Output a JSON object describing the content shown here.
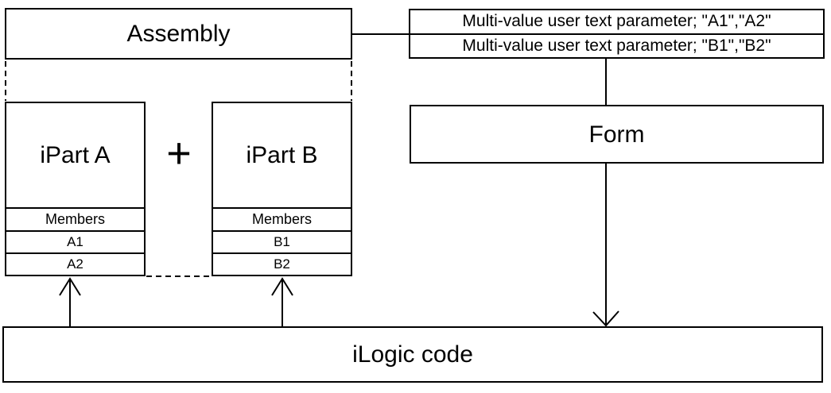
{
  "diagram": {
    "assembly": {
      "label": "Assembly"
    },
    "parameter_rows": [
      {
        "label": "Multi-value user text parameter; \"A1\",\"A2\""
      },
      {
        "label": "Multi-value user text parameter; \"B1\",\"B2\""
      }
    ],
    "ipart_a": {
      "title": "iPart A",
      "members_header": "Members",
      "members": [
        "A1",
        "A2"
      ]
    },
    "ipart_b": {
      "title": "iPart B",
      "members_header": "Members",
      "members": [
        "B1",
        "B2"
      ]
    },
    "plus_operator": "+",
    "form": {
      "label": "Form"
    },
    "ilogic": {
      "label": "iLogic code"
    },
    "colors": {
      "line": "#000000",
      "text": "#000000",
      "background": "#ffffff",
      "box_fill": "#ffffff"
    }
  }
}
